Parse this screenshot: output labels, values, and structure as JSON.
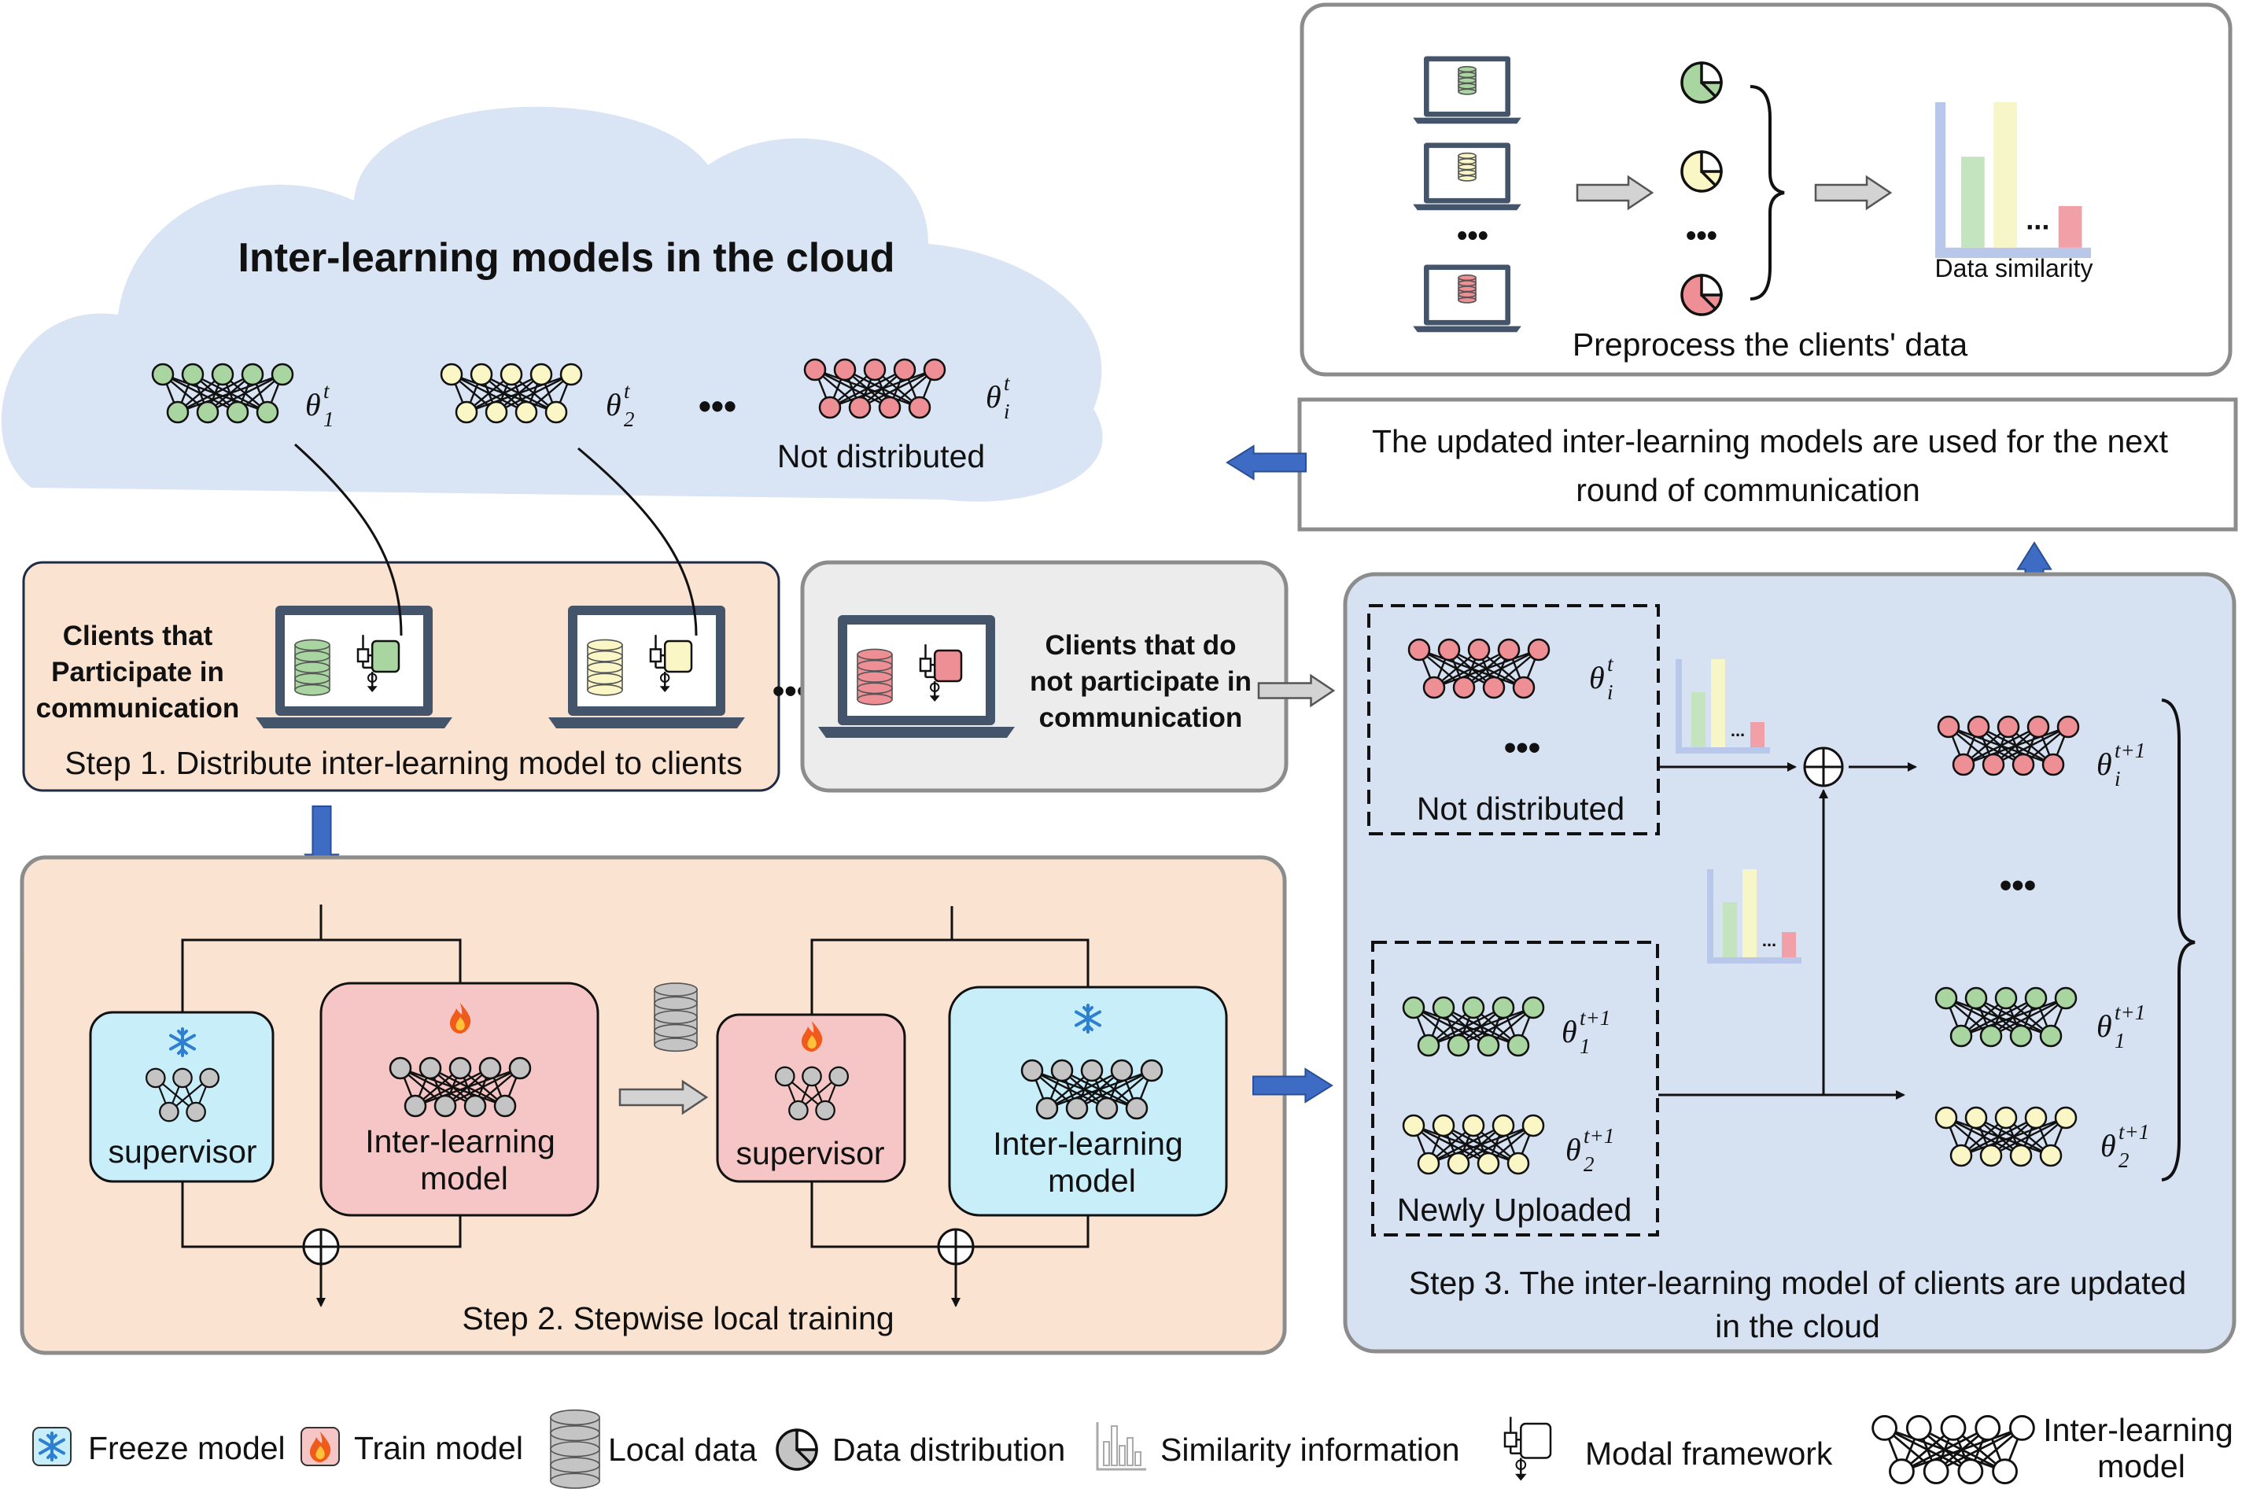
{
  "cloud": {
    "title": "Inter-learning models in the cloud",
    "not_distributed": "Not distributed",
    "ellipsis": "•••"
  },
  "theta": {
    "t1": {
      "base": "θ",
      "sub": "1",
      "sup": "t"
    },
    "t2": {
      "base": "θ",
      "sub": "2",
      "sup": "t"
    },
    "ti": {
      "base": "θ",
      "sub": "i",
      "sup": "t"
    },
    "n1": {
      "base": "θ",
      "sub": "1",
      "sup": "t+1"
    },
    "n2": {
      "base": "θ",
      "sub": "2",
      "sup": "t+1"
    },
    "ni": {
      "base": "θ",
      "sub": "i",
      "sup": "t+1"
    }
  },
  "preprocess": {
    "caption": "Preprocess the clients' data",
    "similarity_label": "Data similarity",
    "ellipsis": "•••",
    "bar_ellipsis": "..."
  },
  "updated_note": {
    "line1": "The updated inter-learning models are used for the next",
    "line2": "round of communication"
  },
  "step1": {
    "clients_line1": "Clients that",
    "clients_line2": "Participate in",
    "clients_line3": "communication",
    "caption": "Step 1. Distribute inter-learning model to clients",
    "ellipsis": "•••"
  },
  "nonpart": {
    "line1": "Clients that do",
    "line2": "not participate in",
    "line3": "communication"
  },
  "step2": {
    "supervisor": "supervisor",
    "inter_line1": "Inter-learning",
    "inter_line2": "model",
    "caption": "Step 2. Stepwise local training"
  },
  "step3": {
    "not_distributed": "Not distributed",
    "newly_uploaded": "Newly Uploaded",
    "caption_line1": "Step 3. The inter-learning model of clients are updated",
    "caption_line2": "in the cloud",
    "ellipsis": "•••",
    "bar_ellipsis": "..."
  },
  "legend": {
    "freeze": "Freeze model",
    "train": "Train model",
    "local_data": "Local data",
    "distribution": "Data distribution",
    "similarity": "Similarity information",
    "modal": "Modal framework",
    "inter_line1": "Inter-learning",
    "inter_line2": "model"
  },
  "icons": {
    "freeze": "snowflake-icon",
    "train": "fire-icon",
    "local_data": "database-icon",
    "distribution": "pie-chart-icon",
    "similarity": "bar-chart-icon",
    "modal": "modal-framework-icon",
    "network": "neural-network-icon",
    "client": "laptop-icon"
  },
  "colors": {
    "cloud": "#d9e4f4",
    "step1_bg": "#fbe3d2",
    "step2_bg": "#fbe3d2",
    "step3_bg": "#d6e1f2",
    "nonpart_bg": "#ececec",
    "freeze_box": "#c7eef9",
    "train_box": "#f6c6c6",
    "arrow_blue": "#3e6cc4",
    "arrow_gray": "#d3d3d3",
    "node_green": "#a8d5a0",
    "node_yellow": "#fbf6c6",
    "node_red": "#ee8f95",
    "node_gray": "#c4c4c4",
    "laptop": "#44546a"
  }
}
